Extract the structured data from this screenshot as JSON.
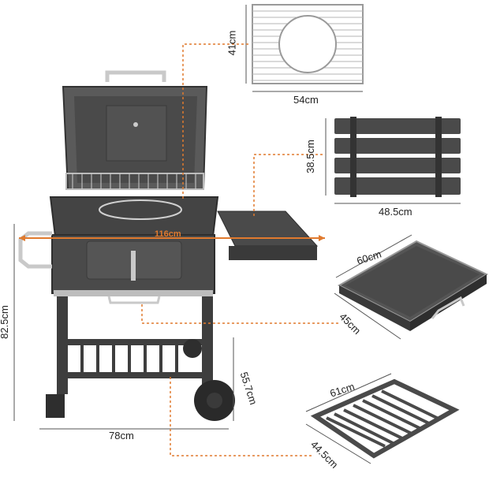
{
  "product_image": {
    "colors": {
      "body": "#4a4a4a",
      "body_dark": "#2e2e2e",
      "steel": "#c9c9c9",
      "accent": "#e07a2e",
      "dim_line": "#555555"
    },
    "dimensions": {
      "grate_height": "41cm",
      "grate_width": "54cm",
      "shelf_height": "38.5cm",
      "shelf_width": "48.5cm",
      "grill_width_overall": "116cm",
      "grill_height": "82.5cm",
      "grill_base_width": "78cm",
      "ash_tray_width": "60cm",
      "ash_tray_depth": "45cm",
      "lower_shelf_height": "55.7cm",
      "lower_shelf_width": "61cm",
      "lower_shelf_depth": "44.5cm"
    }
  }
}
